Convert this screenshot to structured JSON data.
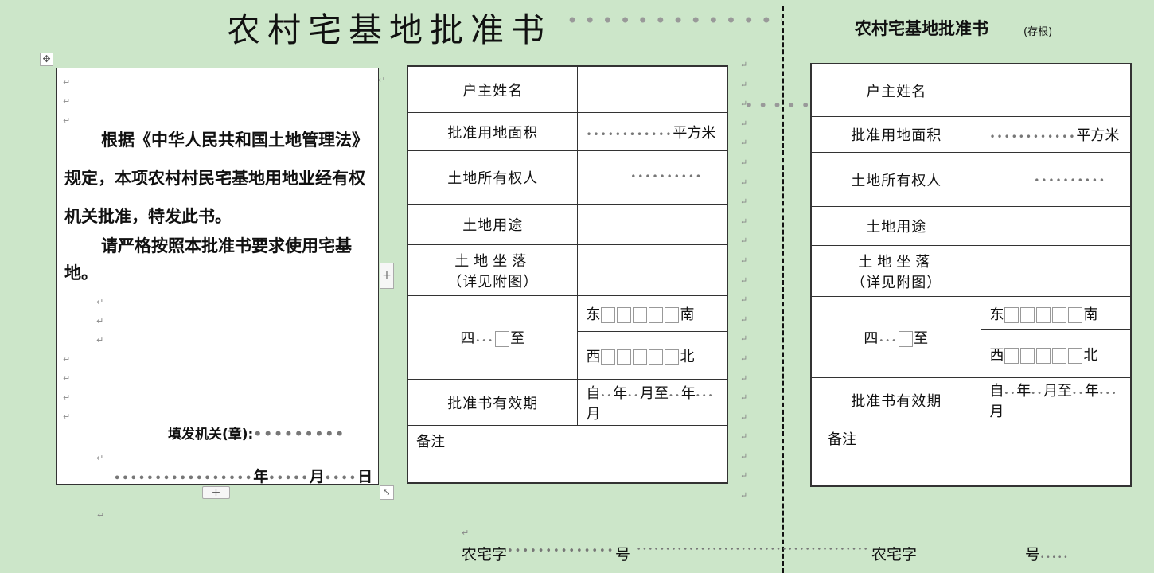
{
  "title": "农村宅基地批准书",
  "stub": {
    "title": "农村宅基地批准书",
    "note": "(存根)"
  },
  "certificate_text": {
    "paragraph1": "根据《中华人民共和国土地管理法》规定，本项农村村民宅基地用地业经有权机关批准，特发此书。",
    "paragraph2": "请严格按照本批准书要求使用宅基地。",
    "issuer_label": "填发机关(章):",
    "date_year": "年",
    "date_month": "月",
    "date_day": "日"
  },
  "form": {
    "owner_name_label": "户主姓名",
    "area_label": "批准用地面积",
    "area_unit": "平方米",
    "land_owner_label": "土地所有权人",
    "land_use_label": "土地用途",
    "location_label": "土地坐落",
    "location_sub": "（详见附图）",
    "boundaries_label_a": "四",
    "boundaries_label_b": "至",
    "east": "东",
    "south": "南",
    "west": "西",
    "north": "北",
    "validity_label": "批准书有效期",
    "validity_from": "自",
    "validity_year": "年",
    "validity_month_to": "月至",
    "validity_year2": "年",
    "validity_month": "月",
    "notes_label": "备注"
  },
  "serial": {
    "prefix": "农宅字",
    "suffix": "号"
  },
  "controls": {
    "add_column": "+",
    "add_row": "+",
    "move_handle": "✥",
    "resize_handle": "⤡"
  },
  "colors": {
    "background": "#cce6c9",
    "paper": "#ffffff",
    "border": "#333333"
  }
}
